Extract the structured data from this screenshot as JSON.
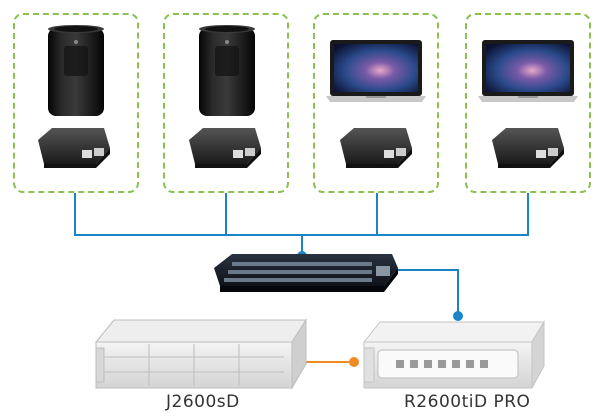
{
  "colors": {
    "client_border": "#8cc152",
    "network_link": "#1b84c7",
    "storage_link": "#f08a24",
    "label_text": "#333333"
  },
  "clients": [
    {
      "device": "mac-pro",
      "adapter": "thunderbolt-ethernet-adapter"
    },
    {
      "device": "mac-pro",
      "adapter": "thunderbolt-ethernet-adapter"
    },
    {
      "device": "macbook-pro",
      "adapter": "thunderbolt-ethernet-adapter"
    },
    {
      "device": "macbook-pro",
      "adapter": "thunderbolt-ethernet-adapter"
    }
  ],
  "switch": {
    "device": "network-switch"
  },
  "storage": {
    "expansion_label": "J2600sD",
    "raid_label": "R2600tiD PRO"
  }
}
